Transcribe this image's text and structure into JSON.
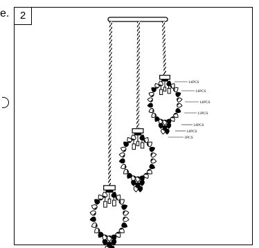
{
  "edge_text": "e.",
  "step_number": "2",
  "crystal_counts": [
    "14PCS",
    "14PCS",
    "14PCS",
    "11PCS",
    "14PCS",
    "14PCS",
    "1PCS"
  ]
}
